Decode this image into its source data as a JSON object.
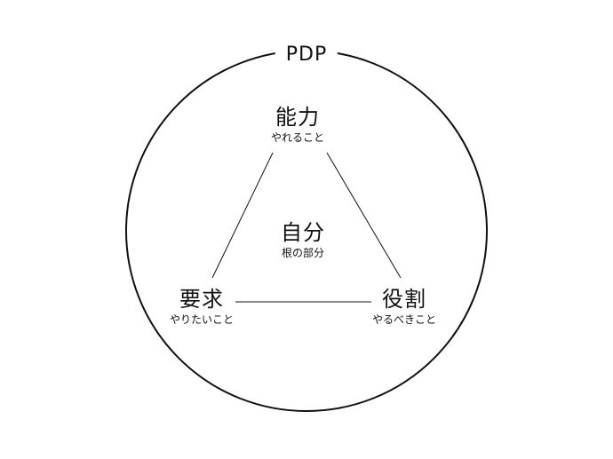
{
  "diagram": {
    "title": "PDP",
    "center": {
      "label": "自分",
      "sublabel": "根の部分"
    },
    "top": {
      "label": "能力",
      "sublabel": "やれること"
    },
    "left": {
      "label": "要求",
      "sublabel": "やりたいこと"
    },
    "right": {
      "label": "役割",
      "sublabel": "やるべきこと"
    },
    "colors": {
      "stroke": "#111111",
      "background": "#ffffff"
    }
  }
}
